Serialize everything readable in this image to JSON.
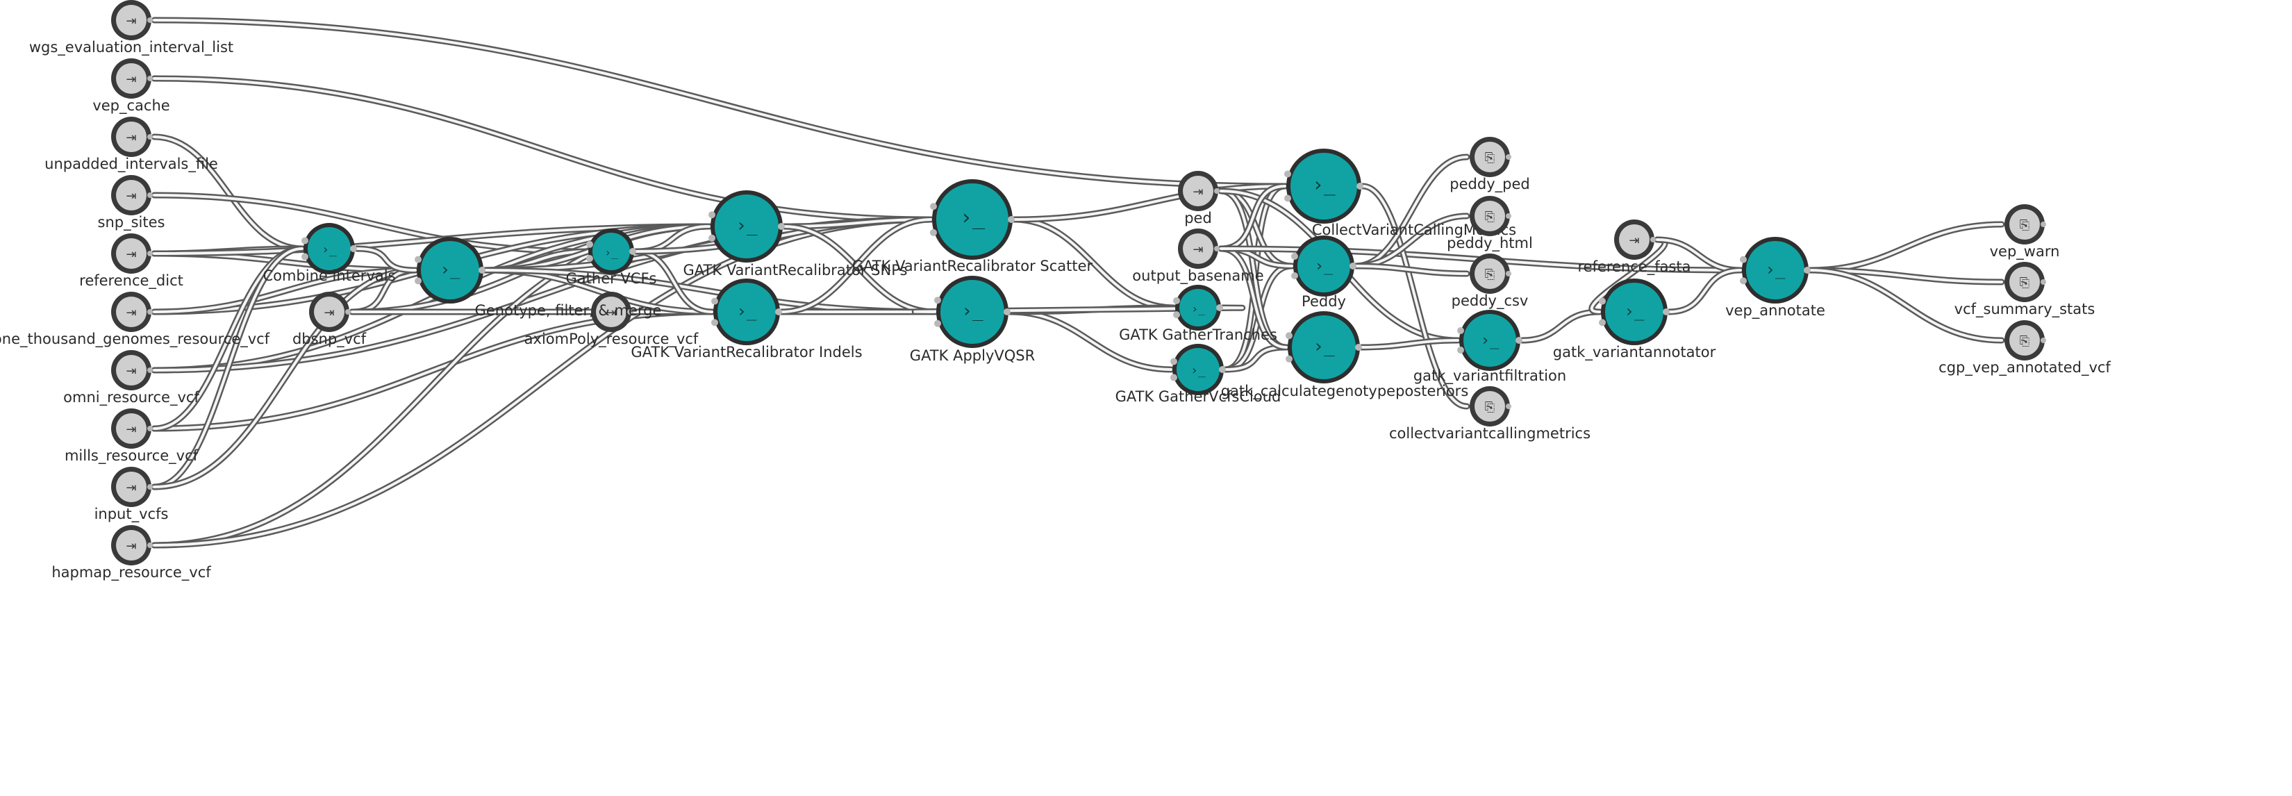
{
  "colors": {
    "step_fill": "#11a3a3",
    "step_ring": "#2e2e2e",
    "io_fill": "#cfcfcf",
    "io_ring": "#3a3a3a",
    "edge": "#5a5a5a",
    "highlight_edge": "#b8860b"
  },
  "icons": {
    "input": "input-arrow-icon",
    "output": "output-file-icon",
    "step": "terminal-prompt-icon"
  },
  "nodes": [
    {
      "id": "wgs_evaluation_interval_list",
      "label": "wgs_evaluation_interval_list",
      "kind": "input"
    },
    {
      "id": "vep_cache",
      "label": "vep_cache",
      "kind": "input"
    },
    {
      "id": "unpadded_intervals_file",
      "label": "unpadded_intervals_file",
      "kind": "input"
    },
    {
      "id": "snp_sites",
      "label": "snp_sites",
      "kind": "input"
    },
    {
      "id": "reference_dict",
      "label": "reference_dict",
      "kind": "input"
    },
    {
      "id": "one_thousand_genomes_resource_vcf",
      "label": "one_thousand_genomes_resource_vcf",
      "kind": "input"
    },
    {
      "id": "omni_resource_vcf",
      "label": "omni_resource_vcf",
      "kind": "input"
    },
    {
      "id": "mills_resource_vcf",
      "label": "mills_resource_vcf",
      "kind": "input"
    },
    {
      "id": "input_vcfs",
      "label": "input_vcfs",
      "kind": "input"
    },
    {
      "id": "hapmap_resource_vcf",
      "label": "hapmap_resource_vcf",
      "kind": "input"
    },
    {
      "id": "dbsnp_vcf",
      "label": "dbsnp_vcf",
      "kind": "input"
    },
    {
      "id": "axiomPoly_resource_vcf",
      "label": "axiomPoly_resource_vcf",
      "kind": "input"
    },
    {
      "id": "ped",
      "label": "ped",
      "kind": "input"
    },
    {
      "id": "output_basename",
      "label": "output_basename",
      "kind": "input"
    },
    {
      "id": "reference_fasta",
      "label": "reference_fasta",
      "kind": "input"
    },
    {
      "id": "combine_intervals",
      "label": "Combine intervals",
      "kind": "step"
    },
    {
      "id": "genotype_filter_merge",
      "label": "Genotype, filter, & merge",
      "kind": "step"
    },
    {
      "id": "gather_vcfs",
      "label": "Gather VCFs",
      "kind": "step"
    },
    {
      "id": "vr_snps",
      "label": "GATK VariantRecalibrator SNPs",
      "kind": "step"
    },
    {
      "id": "vr_indels",
      "label": "GATK VariantRecalibrator Indels",
      "kind": "step"
    },
    {
      "id": "vr_scatter",
      "label": "GATK VariantRecalibrator Scatter",
      "kind": "step"
    },
    {
      "id": "apply_vqsr",
      "label": "GATK ApplyVQSR",
      "kind": "step"
    },
    {
      "id": "gather_tranches",
      "label": "GATK GatherTranches",
      "kind": "step"
    },
    {
      "id": "gather_vcfs_cloud",
      "label": "GATK GatherVcfsCloud",
      "kind": "step"
    },
    {
      "id": "collect_metrics",
      "label": "CollectVariantCallingMetrics",
      "kind": "step"
    },
    {
      "id": "peddy",
      "label": "Peddy",
      "kind": "step"
    },
    {
      "id": "gatk_cgp",
      "label": "gatk_calculategenotypeposteriors",
      "kind": "step"
    },
    {
      "id": "gatk_vf",
      "label": "gatk_variantfiltration",
      "kind": "step"
    },
    {
      "id": "gatk_va",
      "label": "gatk_variantannotator",
      "kind": "step"
    },
    {
      "id": "vep_annotate",
      "label": "vep_annotate",
      "kind": "step"
    },
    {
      "id": "peddy_ped",
      "label": "peddy_ped",
      "kind": "output"
    },
    {
      "id": "peddy_html",
      "label": "peddy_html",
      "kind": "output"
    },
    {
      "id": "peddy_csv",
      "label": "peddy_csv",
      "kind": "output"
    },
    {
      "id": "collectvariantcallingmetrics",
      "label": "collectvariantcallingmetrics",
      "kind": "output"
    },
    {
      "id": "vep_warn",
      "label": "vep_warn",
      "kind": "output"
    },
    {
      "id": "vcf_summary_stats",
      "label": "vcf_summary_stats",
      "kind": "output"
    },
    {
      "id": "cgp_vep_annotated_vcf",
      "label": "cgp_vep_annotated_vcf",
      "kind": "output"
    }
  ],
  "edges": [
    [
      "wgs_evaluation_interval_list",
      "collect_metrics"
    ],
    [
      "vep_cache",
      "vr_scatter"
    ],
    [
      "unpadded_intervals_file",
      "combine_intervals"
    ],
    [
      "snp_sites",
      "gather_vcfs"
    ],
    [
      "reference_dict",
      "combine_intervals"
    ],
    [
      "reference_dict",
      "genotype_filter_merge"
    ],
    [
      "reference_dict",
      "vr_snps"
    ],
    [
      "one_thousand_genomes_resource_vcf",
      "vr_snps"
    ],
    [
      "one_thousand_genomes_resource_vcf",
      "genotype_filter_merge"
    ],
    [
      "omni_resource_vcf",
      "vr_snps"
    ],
    [
      "omni_resource_vcf",
      "vr_scatter"
    ],
    [
      "mills_resource_vcf",
      "vr_indels"
    ],
    [
      "mills_resource_vcf",
      "combine_intervals"
    ],
    [
      "input_vcfs",
      "combine_intervals"
    ],
    [
      "input_vcfs",
      "genotype_filter_merge"
    ],
    [
      "hapmap_resource_vcf",
      "vr_snps"
    ],
    [
      "hapmap_resource_vcf",
      "vr_scatter"
    ],
    [
      "dbsnp_vcf",
      "genotype_filter_merge"
    ],
    [
      "dbsnp_vcf",
      "vr_snps"
    ],
    [
      "dbsnp_vcf",
      "vr_indels"
    ],
    [
      "axiomPoly_resource_vcf",
      "vr_indels"
    ],
    [
      "combine_intervals",
      "genotype_filter_merge"
    ],
    [
      "genotype_filter_merge",
      "gather_vcfs"
    ],
    [
      "genotype_filter_merge",
      "vr_snps"
    ],
    [
      "genotype_filter_merge",
      "vr_indels"
    ],
    [
      "genotype_filter_merge",
      "vr_scatter"
    ],
    [
      "genotype_filter_merge",
      "apply_vqsr"
    ],
    [
      "gather_vcfs",
      "vr_snps"
    ],
    [
      "gather_vcfs",
      "vr_indels"
    ],
    [
      "gather_vcfs",
      "vr_scatter"
    ],
    [
      "vr_snps",
      "vr_scatter"
    ],
    [
      "vr_snps",
      "apply_vqsr"
    ],
    [
      "vr_indels",
      "apply_vqsr"
    ],
    [
      "vr_indels",
      "vr_scatter"
    ],
    [
      "vr_scatter",
      "gather_tranches"
    ],
    [
      "vr_scatter",
      "collect_metrics"
    ],
    [
      "apply_vqsr",
      "gather_vcfs_cloud"
    ],
    [
      "apply_vqsr",
      "gather_tranches"
    ],
    [
      "gather_tranches",
      "apply_vqsr"
    ],
    [
      "gather_vcfs_cloud",
      "collect_metrics"
    ],
    [
      "gather_vcfs_cloud",
      "peddy"
    ],
    [
      "gather_vcfs_cloud",
      "gatk_cgp"
    ],
    [
      "ped",
      "peddy"
    ],
    [
      "ped",
      "gatk_cgp"
    ],
    [
      "ped",
      "gatk_vf"
    ],
    [
      "output_basename",
      "collect_metrics"
    ],
    [
      "output_basename",
      "peddy"
    ],
    [
      "output_basename",
      "gatk_cgp"
    ],
    [
      "output_basename",
      "vep_annotate"
    ],
    [
      "collect_metrics",
      "collectvariantcallingmetrics"
    ],
    [
      "peddy",
      "peddy_ped"
    ],
    [
      "peddy",
      "peddy_html"
    ],
    [
      "peddy",
      "peddy_csv"
    ],
    [
      "gatk_cgp",
      "gatk_vf"
    ],
    [
      "gatk_vf",
      "gatk_va"
    ],
    [
      "reference_fasta",
      "gatk_va"
    ],
    [
      "reference_fasta",
      "vep_annotate"
    ],
    [
      "gatk_va",
      "vep_annotate"
    ],
    [
      "vep_annotate",
      "vep_warn"
    ],
    [
      "vep_annotate",
      "vcf_summary_stats"
    ],
    [
      "vep_annotate",
      "cgp_vep_annotated_vcf"
    ]
  ],
  "highlight_edges": [
    [
      "combine_intervals",
      "genotype_filter_merge"
    ]
  ]
}
